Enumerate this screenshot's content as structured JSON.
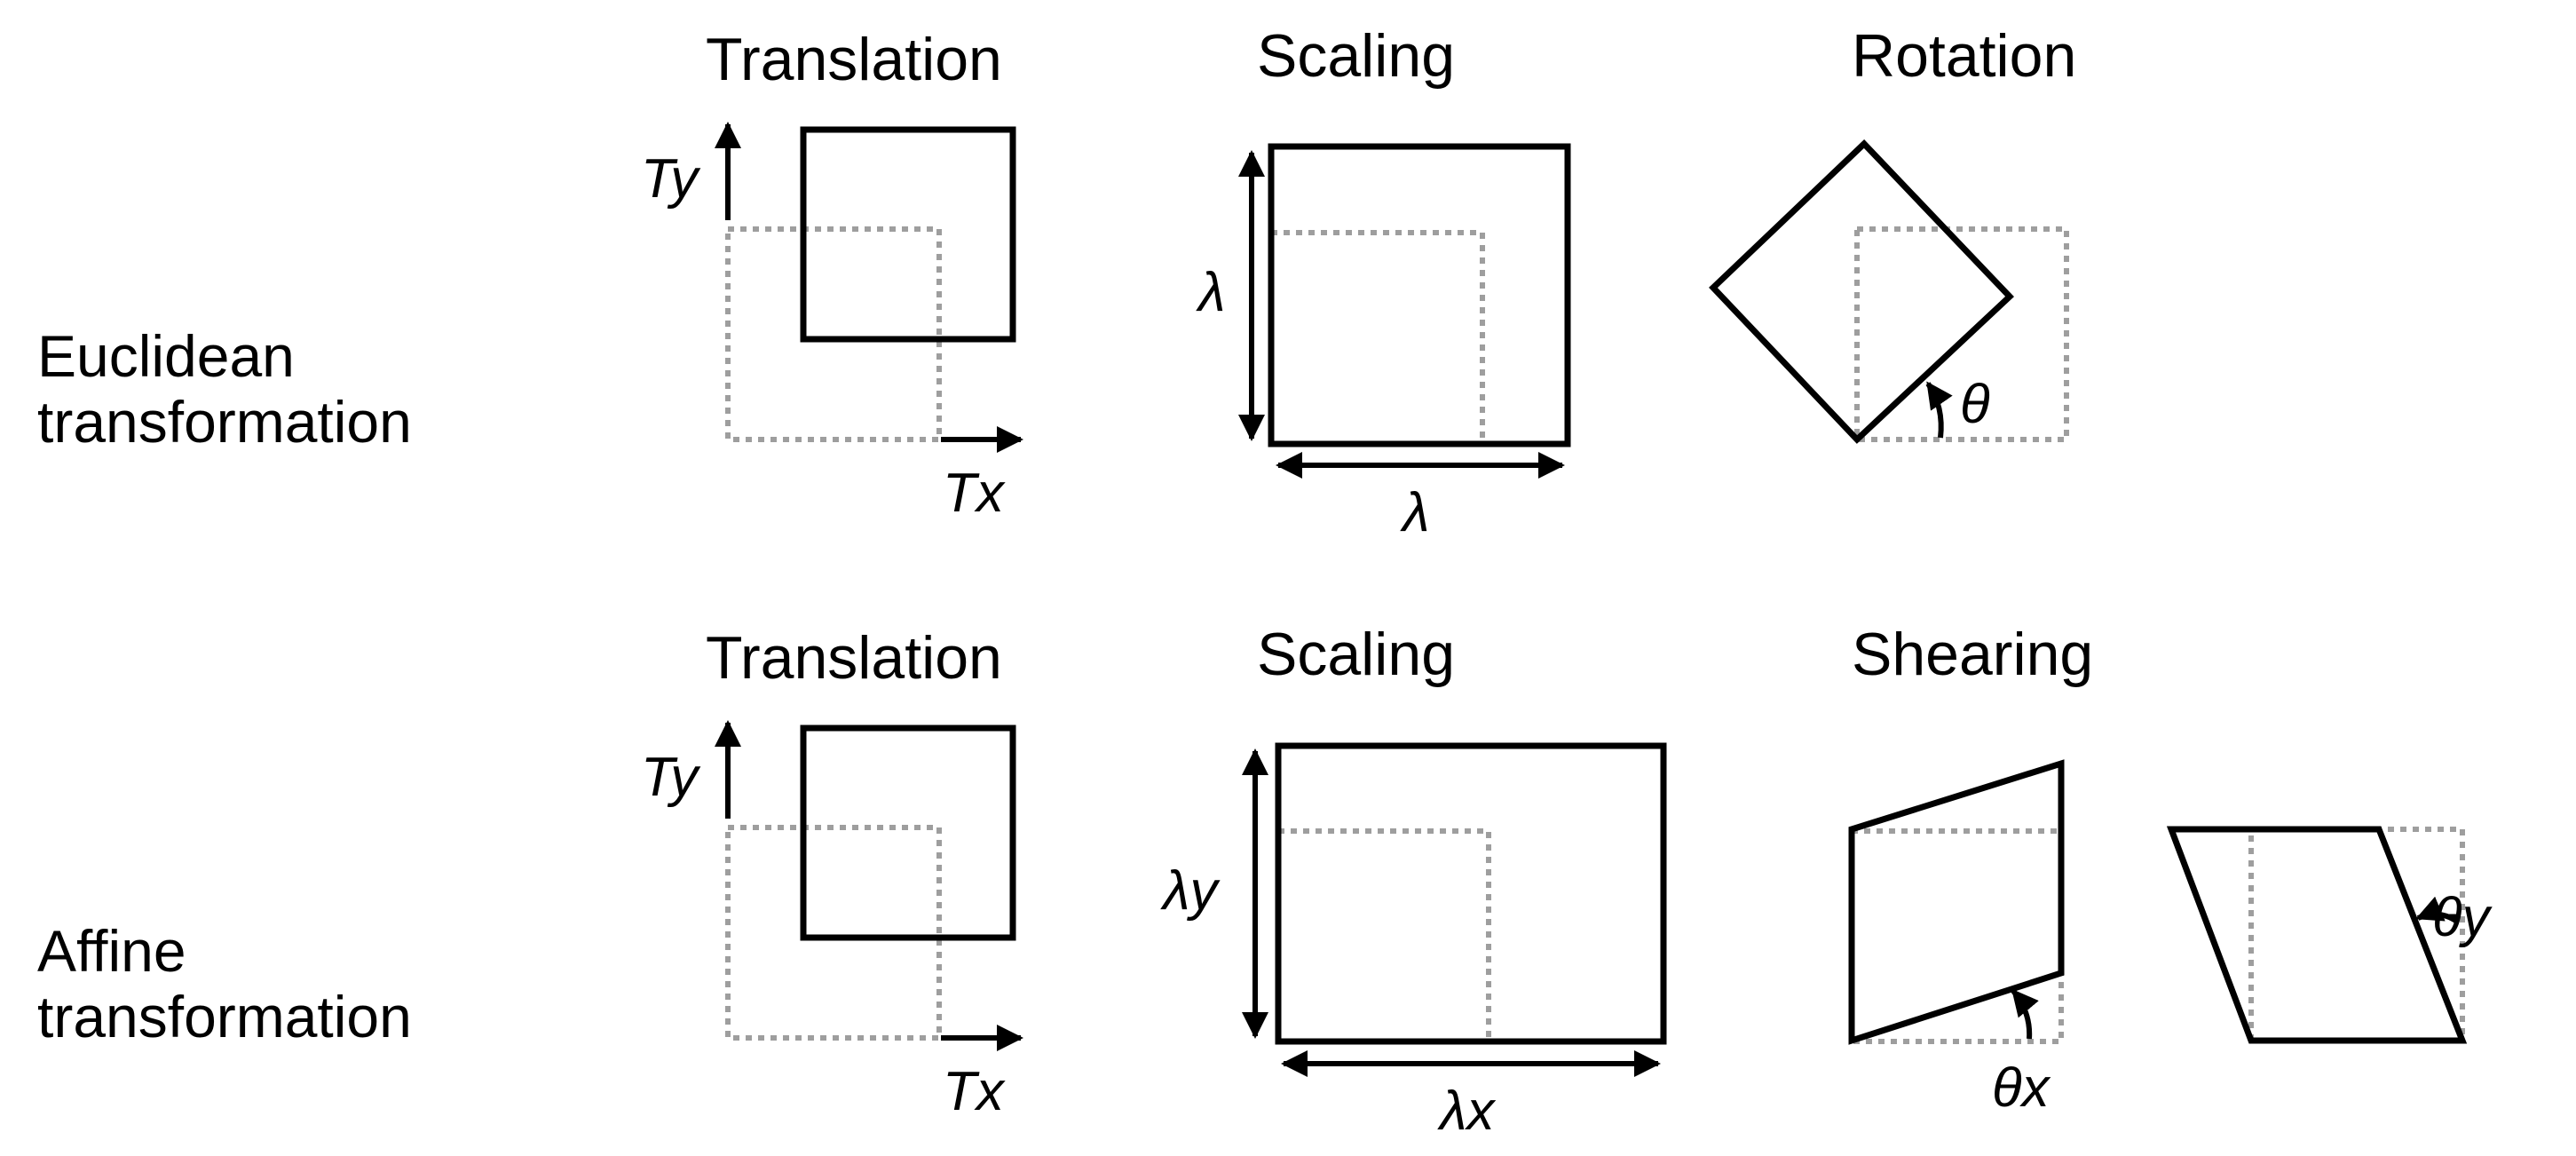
{
  "rows": [
    {
      "label_line1": "Euclidean",
      "label_line2": "transformation",
      "panels": [
        {
          "title": "Translation",
          "x_symbol": "Tx",
          "y_symbol": "Ty"
        },
        {
          "title": "Scaling",
          "x_symbol": "λ",
          "y_symbol": "λ"
        },
        {
          "title": "Rotation",
          "angle_symbol": "θ"
        }
      ]
    },
    {
      "label_line1": "Affine",
      "label_line2": "transformation",
      "panels": [
        {
          "title": "Translation",
          "x_symbol": "Tx",
          "y_symbol": "Ty"
        },
        {
          "title": "Scaling",
          "x_symbol": "λx",
          "y_symbol": "λy"
        },
        {
          "title": "Shearing",
          "angle_x_symbol": "θx",
          "angle_y_symbol": "θy"
        }
      ]
    }
  ],
  "colors": {
    "shape": "#000000",
    "reference": "#9e9e9e",
    "background": "#ffffff"
  }
}
